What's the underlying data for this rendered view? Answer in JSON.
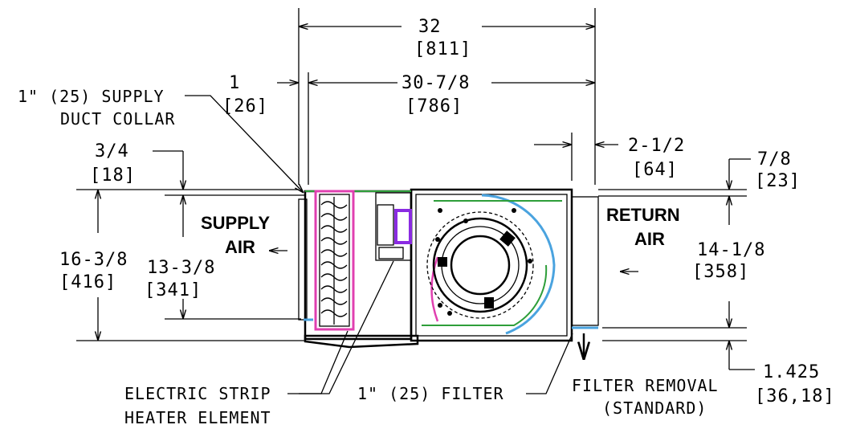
{
  "dimensions": {
    "overall_width": "32",
    "overall_width_mm": "[811]",
    "inner_width": "30-7/8",
    "inner_width_mm": "[786]",
    "collar_depth": "1",
    "collar_depth_mm": "[26]",
    "filter_offset": "2-1/2",
    "filter_offset_mm": "[64]",
    "top_offset_left": "3/4",
    "top_offset_left_mm": "[18]",
    "top_offset_right": "7/8",
    "top_offset_right_mm": "[23]",
    "overall_height": "16-3/8",
    "overall_height_mm": "[416]",
    "supply_height": "13-3/8",
    "supply_height_mm": "[341]",
    "return_height": "14-1/8",
    "return_height_mm": "[358]",
    "bottom_offset": "1.425",
    "bottom_offset_mm": "[36,18]"
  },
  "labels": {
    "supply_collar_1": "1\" (25) SUPPLY",
    "supply_collar_2": "DUCT COLLAR",
    "supply_air_1": "SUPPLY",
    "supply_air_2": "AIR",
    "return_air_1": "RETURN",
    "return_air_2": "AIR",
    "heater_1": "ELECTRIC STRIP",
    "heater_2": "HEATER ELEMENT",
    "filter": "1\" (25) FILTER",
    "filter_removal_1": "FILTER REMOVAL",
    "filter_removal_2": "(STANDARD)"
  },
  "colors": {
    "heater": "#e040b0",
    "coil": "#4aa3df",
    "tube": "#2e9e3a",
    "component": "#8a2be2"
  }
}
